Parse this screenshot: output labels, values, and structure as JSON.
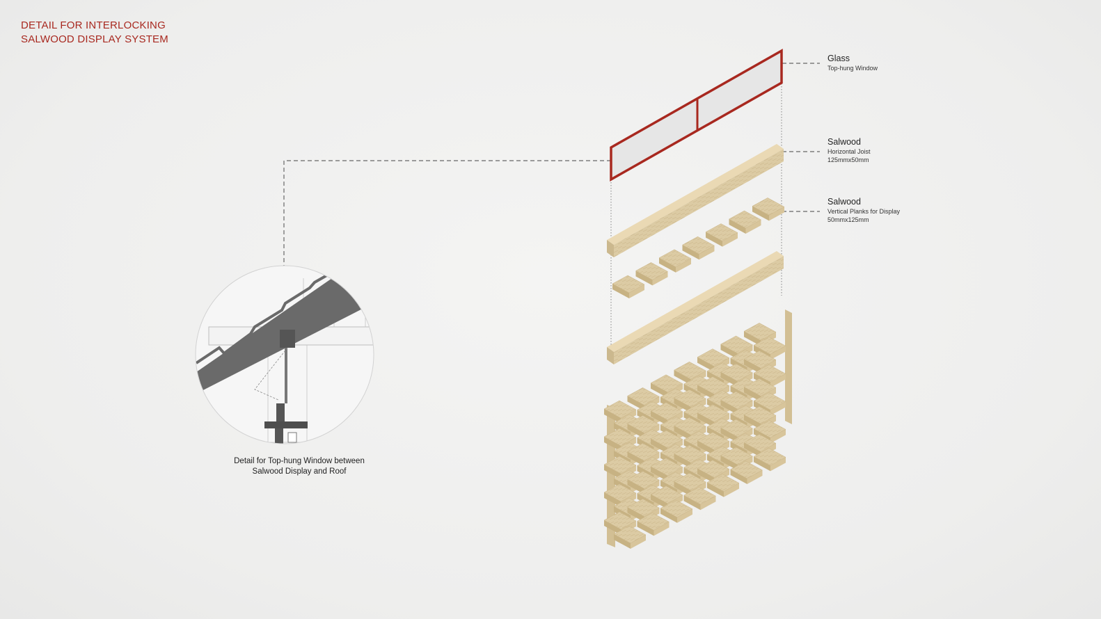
{
  "title": {
    "line1": "DETAIL FOR INTERLOCKING",
    "line2": "SALWOOD DISPLAY SYSTEM"
  },
  "callouts": [
    {
      "name": "Glass",
      "lines": [
        "Top-hung Window"
      ]
    },
    {
      "name": "Salwood",
      "lines": [
        "Horizontal Joist",
        "125mmx50mm"
      ]
    },
    {
      "name": "Salwood",
      "lines": [
        "Vertical Planks for Display",
        "50mmx125mm"
      ]
    }
  ],
  "detail_caption": {
    "line1": "Detail for Top-hung Window between",
    "line2": "Salwood Display and Roof"
  },
  "colors": {
    "accent": "#a8281f",
    "wood": "#dccba4",
    "wood_dark": "#c2ad7f",
    "glass": "#e8e8e8"
  }
}
